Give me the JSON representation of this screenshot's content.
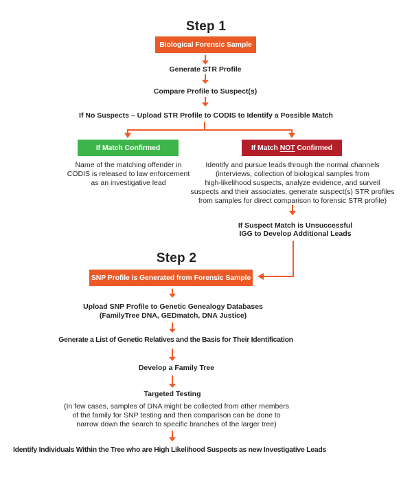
{
  "theme": {
    "orange": "#EB5A26",
    "green": "#3DB54A",
    "red": "#B4202A",
    "arrow": "#F15A29",
    "ink": "#231F20"
  },
  "step1": {
    "title": "Step 1",
    "sample_box": "Biological Forensic Sample",
    "generate_str": "Generate STR Profile",
    "compare_profile": "Compare Profile to Suspect(s)",
    "no_suspects": "If No Suspects – Upload STR Profile to CODIS to Identify a Possible Match",
    "match_confirmed": {
      "label": "If Match Confirmed",
      "description_lines": [
        "Name of the matching offender in",
        "CODIS is released to law enforcement",
        "as an investigative lead"
      ]
    },
    "match_not_confirmed": {
      "label_prefix": "If Match",
      "label_underlined": "NOT",
      "label_suffix": "Confirmed",
      "description_lines": [
        "Identify and pursue leads through the normal channels",
        "(interviews, collection of biological samples from",
        "high-likelihood suspects, analyze evidence, and surveil",
        "suspects and their associates, generate suspect(s) STR profiles",
        "from samples for direct comparison to forensic STR profile)"
      ]
    },
    "unsuccessful_lines": [
      "If Suspect Match is Unsuccessful",
      "IGG to Develop Additional Leads"
    ]
  },
  "step2": {
    "title": "Step 2",
    "snp_box": "SNP Profile is Generated from Forensic Sample",
    "upload_lines": [
      "Upload SNP Profile to Genetic Genealogy Databases",
      "(FamilyTree DNA, GEDmatch, DNA Justice)"
    ],
    "generate_list": "Generate a List of Genetic Relatives and the Basis for Their Identification",
    "develop_tree": "Develop a Family Tree",
    "targeted_testing": "Targeted Testing",
    "note_lines": [
      "(In few cases, samples of DNA might be collected from other members",
      "of the family for SNP testing and then comparison can be done to",
      "narrow down the search to specific branches of the larger tree)"
    ],
    "final_step": "Identify Individuals Within the Tree who are High Likelihood Suspects as new Investigative Leads"
  }
}
